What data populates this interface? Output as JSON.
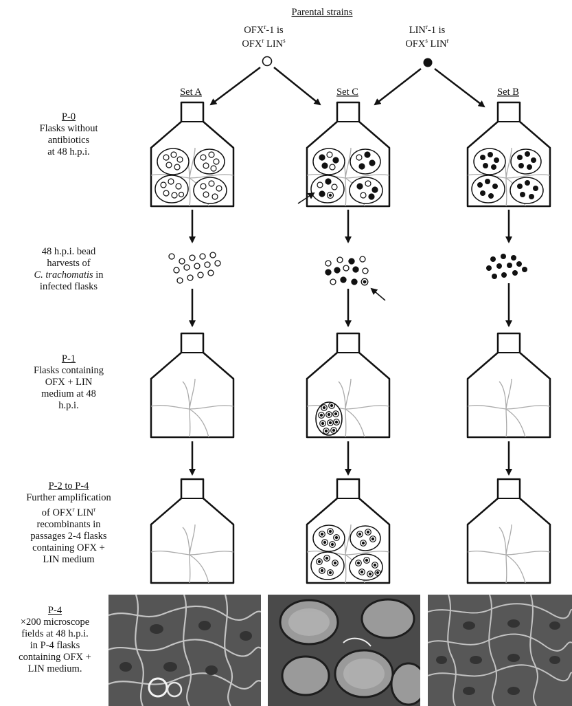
{
  "header": {
    "title": "Parental strains",
    "strain1_line1": "OFX",
    "strain1_sup1": "r",
    "strain1_line1b": "-1 is",
    "strain1_line2a": "OFX",
    "strain1_sup2": "r",
    "strain1_line2b": " LIN",
    "strain1_sup3": "s",
    "strain2_line1": "LIN",
    "strain2_sup1": "r",
    "strain2_line1b": "-1 is",
    "strain2_line2a": "OFX",
    "strain2_sup2": "s",
    "strain2_line2b": " LIN",
    "strain2_sup3": "r"
  },
  "sets": {
    "a": "Set A",
    "c": "Set C",
    "b": "Set B"
  },
  "rows": {
    "p0_title": "P-0",
    "p0_lines": [
      "Flasks without",
      "antibiotics",
      "at 48 h.p.i."
    ],
    "harvest_lines": [
      "48 h.p.i. bead",
      "harvests of"
    ],
    "harvest_italic": "C. trachomatis",
    "harvest_tail": " in",
    "harvest_last": "infected flasks",
    "p1_title": "P-1",
    "p1_lines": [
      "Flasks containing",
      "OFX + LIN",
      "medium at 48",
      "h.p.i."
    ],
    "p2_title": "P-2 to P-4",
    "p2_line1": "Further amplification",
    "p2_line2a": "of OFX",
    "p2_sup1": "r",
    "p2_line2b": " LIN",
    "p2_sup2": "r",
    "p2_lines_rest": [
      "recombinants in",
      "passages 2-4 flasks",
      "containing OFX +",
      "LIN medium"
    ],
    "p4_title": "P-4",
    "p4_lines": [
      "×200 microscope",
      "fields at 48 h.p.i.",
      "in  P-4 flasks",
      "containing OFX +",
      "LIN medium."
    ]
  },
  "colors": {
    "ink": "#111111",
    "cell_line": "#aaaaaa",
    "micro_bg": "#5a5a5a"
  }
}
